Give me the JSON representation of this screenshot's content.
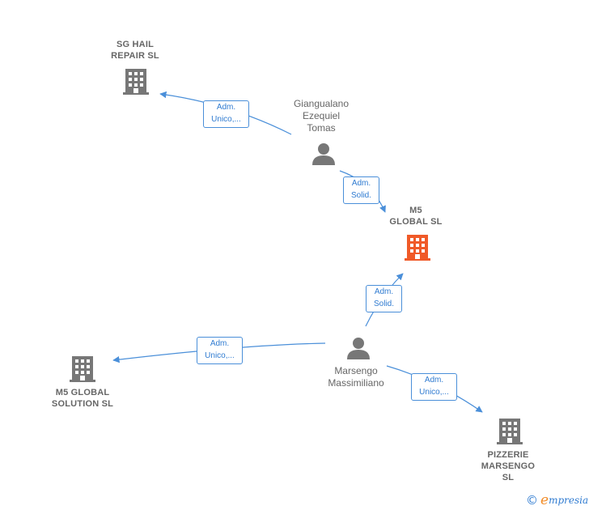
{
  "colors": {
    "edge": "#4a8fd9",
    "company_icon": "#777777",
    "highlight_icon": "#f05a28",
    "person_icon": "#777777",
    "label_text": "#666666"
  },
  "nodes": [
    {
      "id": "sg-hail",
      "type": "company",
      "label": "SG HAIL\nREPAIR  SL",
      "icon": "building-icon"
    },
    {
      "id": "gianguala",
      "type": "person",
      "label": "Giangualano\nEzequiel\nTomas",
      "icon": "person-icon"
    },
    {
      "id": "m5-global",
      "type": "company-highlight",
      "label": "M5\nGLOBAL  SL",
      "icon": "building-icon"
    },
    {
      "id": "marsengo",
      "type": "person",
      "label": "Marsengo\nMassimiliano",
      "icon": "person-icon"
    },
    {
      "id": "m5-solution",
      "type": "company",
      "label": "M5 GLOBAL\nSOLUTION  SL",
      "icon": "building-icon"
    },
    {
      "id": "pizzerie",
      "type": "company",
      "label": "PIZZERIE\nMARSENGO\nSL",
      "icon": "building-icon"
    }
  ],
  "edges": [
    {
      "id": "e1",
      "from": "gianguala",
      "to": "sg-hail",
      "label": "Adm.\nUnico,..."
    },
    {
      "id": "e2",
      "from": "gianguala",
      "to": "m5-global",
      "label": "Adm.\nSolid."
    },
    {
      "id": "e3",
      "from": "marsengo",
      "to": "m5-global",
      "label": "Adm.\nSolid."
    },
    {
      "id": "e4",
      "from": "marsengo",
      "to": "m5-solution",
      "label": "Adm.\nUnico,..."
    },
    {
      "id": "e5",
      "from": "marsengo",
      "to": "pizzerie",
      "label": "Adm.\nUnico,..."
    }
  ],
  "brand": {
    "copyright": "©",
    "letter": "e",
    "name": "mpresia"
  }
}
